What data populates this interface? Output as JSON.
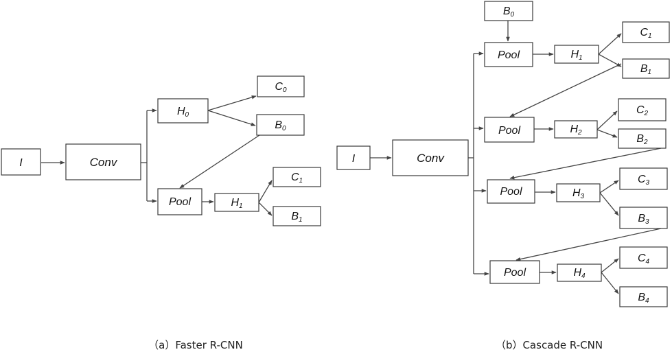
{
  "captions": {
    "a": "（a）Faster R-CNN",
    "b": "（b）Cascade R-CNN"
  },
  "a": {
    "input": "I",
    "conv": "Conv",
    "h0": {
      "base": "H",
      "sub": "0"
    },
    "c0": {
      "base": "C",
      "sub": "0"
    },
    "b0": {
      "base": "B",
      "sub": "0"
    },
    "pool": "Pool",
    "h1": {
      "base": "H",
      "sub": "1"
    },
    "c1": {
      "base": "C",
      "sub": "1"
    },
    "b1": {
      "base": "B",
      "sub": "1"
    }
  },
  "b": {
    "input": "I",
    "conv": "Conv",
    "b0": {
      "base": "B",
      "sub": "0"
    },
    "pool1": "Pool",
    "h1": {
      "base": "H",
      "sub": "1"
    },
    "c1": {
      "base": "C",
      "sub": "1"
    },
    "b1": {
      "base": "B",
      "sub": "1"
    },
    "pool2": "Pool",
    "h2": {
      "base": "H",
      "sub": "2"
    },
    "c2": {
      "base": "C",
      "sub": "2"
    },
    "b2": {
      "base": "B",
      "sub": "2"
    },
    "pool3": "Pool",
    "h3": {
      "base": "H",
      "sub": "3"
    },
    "c3": {
      "base": "C",
      "sub": "3"
    },
    "b3": {
      "base": "B",
      "sub": "3"
    },
    "pool4": "Pool",
    "h4": {
      "base": "H",
      "sub": "4"
    },
    "c4": {
      "base": "C",
      "sub": "4"
    },
    "b4": {
      "base": "B",
      "sub": "4"
    }
  }
}
